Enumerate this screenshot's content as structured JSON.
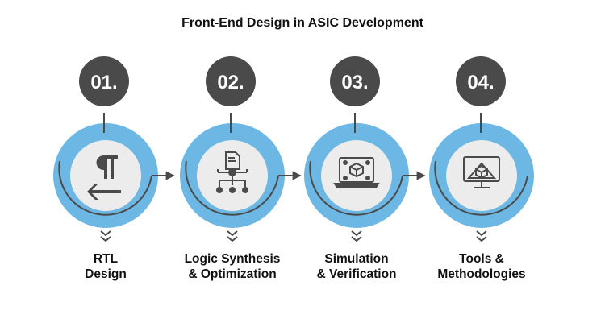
{
  "title": "Front-End Design in ASIC Development",
  "colors": {
    "accent_blue": "#6cb7e3",
    "dark_gray": "#4a4a4a",
    "inner_gray": "#ececec",
    "text": "#111111"
  },
  "steps": [
    {
      "number": "01.",
      "label_line1": "RTL",
      "label_line2": "Design",
      "icon": "paragraph-arrow-icon"
    },
    {
      "number": "02.",
      "label_line1": "Logic Synthesis",
      "label_line2": "& Optimization",
      "icon": "document-network-icon"
    },
    {
      "number": "03.",
      "label_line1": "Simulation",
      "label_line2": "& Verification",
      "icon": "laptop-cube-icon"
    },
    {
      "number": "04.",
      "label_line1": "Tools &",
      "label_line2": "Methodologies",
      "icon": "monitor-design-icon"
    }
  ]
}
